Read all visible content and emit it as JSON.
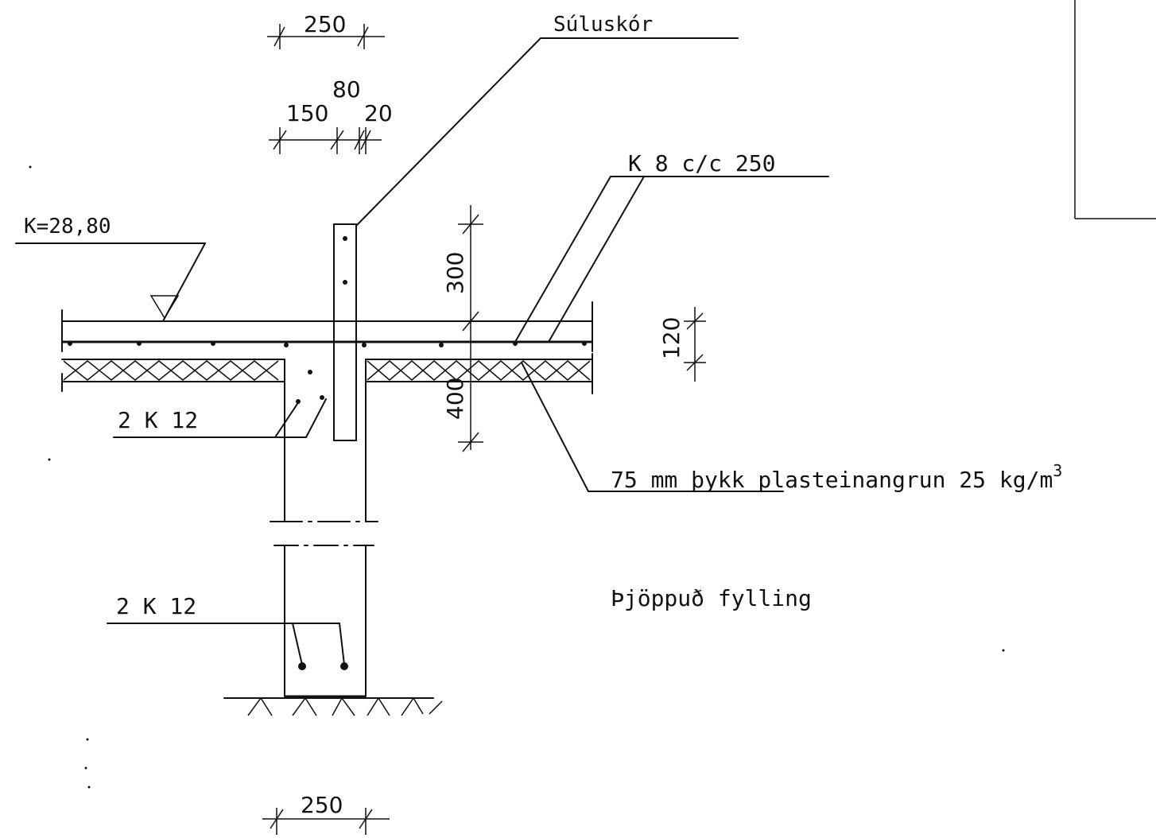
{
  "labels": {
    "column_shoe": "Súluskór",
    "rebar_slab": "K 8 c/c 250",
    "elevation": "K=28,80",
    "rebar_upper": "2 K 12",
    "rebar_lower": "2 K 12",
    "insulation": "75 mm þykk plasteinangrun 25 kg/m",
    "insulation_sup": "3",
    "fill": "Þjöppuð fylling"
  },
  "dimensions": {
    "top_width": "250",
    "d80": "80",
    "d150": "150",
    "d20": "20",
    "d300": "300",
    "d400": "400",
    "d120": "120",
    "bottom_width": "250"
  }
}
